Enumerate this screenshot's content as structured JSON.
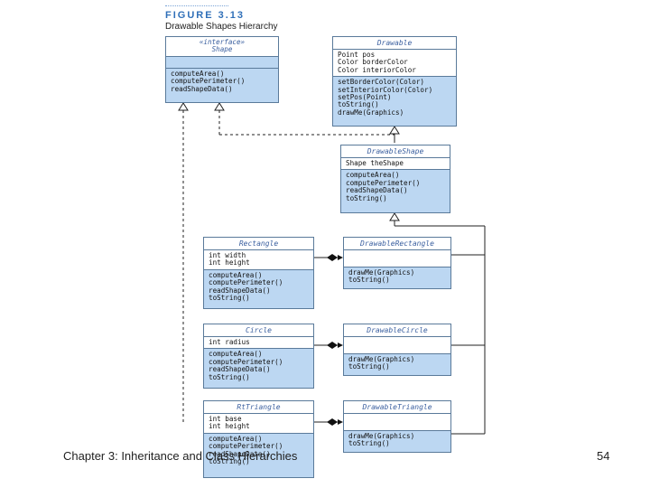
{
  "figure": {
    "label": "FIGURE 3.13",
    "title": "Drawable Shapes Hierarchy"
  },
  "classes": {
    "shape": {
      "stereotype": "«interface»",
      "name": "Shape",
      "ops": [
        "computeArea()",
        "computePerimeter()",
        "readShapeData()"
      ]
    },
    "drawable": {
      "name": "Drawable",
      "attrs": [
        "Point pos",
        "Color borderColor",
        "Color interiorColor"
      ],
      "ops": [
        "setBorderColor(Color)",
        "setInteriorColor(Color)",
        "setPos(Point)",
        "toString()",
        "drawMe(Graphics)"
      ]
    },
    "drawable_shape": {
      "name": "DrawableShape",
      "attrs": [
        "Shape theShape"
      ],
      "ops": [
        "computeArea()",
        "computePerimeter()",
        "readShapeData()",
        "toString()"
      ]
    },
    "rectangle": {
      "name": "Rectangle",
      "attrs": [
        "int width",
        "int height"
      ],
      "ops": [
        "computeArea()",
        "computePerimeter()",
        "readShapeData()",
        "toString()"
      ]
    },
    "circle": {
      "name": "Circle",
      "attrs": [
        "int radius"
      ],
      "ops": [
        "computeArea()",
        "computePerimeter()",
        "readShapeData()",
        "toString()"
      ]
    },
    "rttriangle": {
      "name": "RtTriangle",
      "attrs": [
        "int base",
        "int height"
      ],
      "ops": [
        "computeArea()",
        "computePerimeter()",
        "readShapeData()",
        "toString()"
      ]
    },
    "drawable_rectangle": {
      "name": "DrawableRectangle",
      "ops": [
        "drawMe(Graphics)",
        "toString()"
      ]
    },
    "drawable_circle": {
      "name": "DrawableCircle",
      "ops": [
        "drawMe(Graphics)",
        "toString()"
      ]
    },
    "drawable_triangle": {
      "name": "DrawableTriangle",
      "ops": [
        "drawMe(Graphics)",
        "toString()"
      ]
    }
  },
  "footer": {
    "text": "Chapter 3: Inheritance and Class Hierarchies",
    "page": "54"
  }
}
